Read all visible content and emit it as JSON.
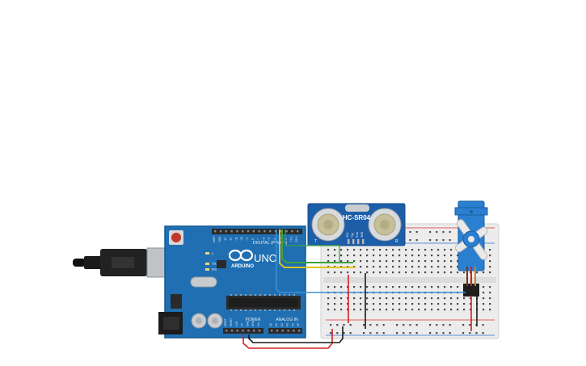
{
  "arduino": {
    "brand": "ARDUINO",
    "model": "UNO",
    "digital_label": "DIGITAL (PWM~)",
    "power_label": "POWER",
    "analog_label": "ANALOG IN",
    "tx_label": "TX",
    "rx_label": "RX",
    "l_label": "L",
    "top_pin_labels": [
      "AREF",
      "GND",
      "13",
      "12",
      "~11",
      "~10",
      "~9",
      "8",
      "7",
      "~6",
      "~5",
      "4",
      "~3",
      "2",
      "TX 1",
      "RX 0"
    ],
    "power_pin_labels": [
      "IOREF",
      "RESET",
      "3.3V",
      "5V",
      "GND",
      "GND",
      "Vin"
    ],
    "analog_pin_labels": [
      "A0",
      "A1",
      "A2",
      "A3",
      "A4",
      "A5"
    ],
    "colors": {
      "board": "#1f6fb2",
      "board_dark": "#155a93",
      "header": "#2b2b2b",
      "chip": "#1e1e1e"
    }
  },
  "sensor": {
    "name": "HC-SR04",
    "left_label": "T",
    "right_label": "R",
    "pin_labels": [
      "VCC",
      "Trig",
      "Echo",
      "GND"
    ],
    "colors": {
      "board": "#1d5ea8",
      "transducer": "#cfd3d6"
    }
  },
  "breadboard": {
    "colors": {
      "body": "#ececec",
      "hole": "#4a4a4a",
      "rail_red": "#d33",
      "rail_blue": "#2a6fd1"
    }
  },
  "servo": {
    "colors": {
      "body": "#2a7fd0",
      "horn": "#e9e9e9"
    }
  },
  "wires": {
    "colors": {
      "green": "#3da33d",
      "yellow": "#e0c21a",
      "blue": "#3b8fd6",
      "red": "#d42020",
      "black": "#1a1a1a",
      "orange": "#e07a1a",
      "brown": "#6b3a1a"
    }
  }
}
